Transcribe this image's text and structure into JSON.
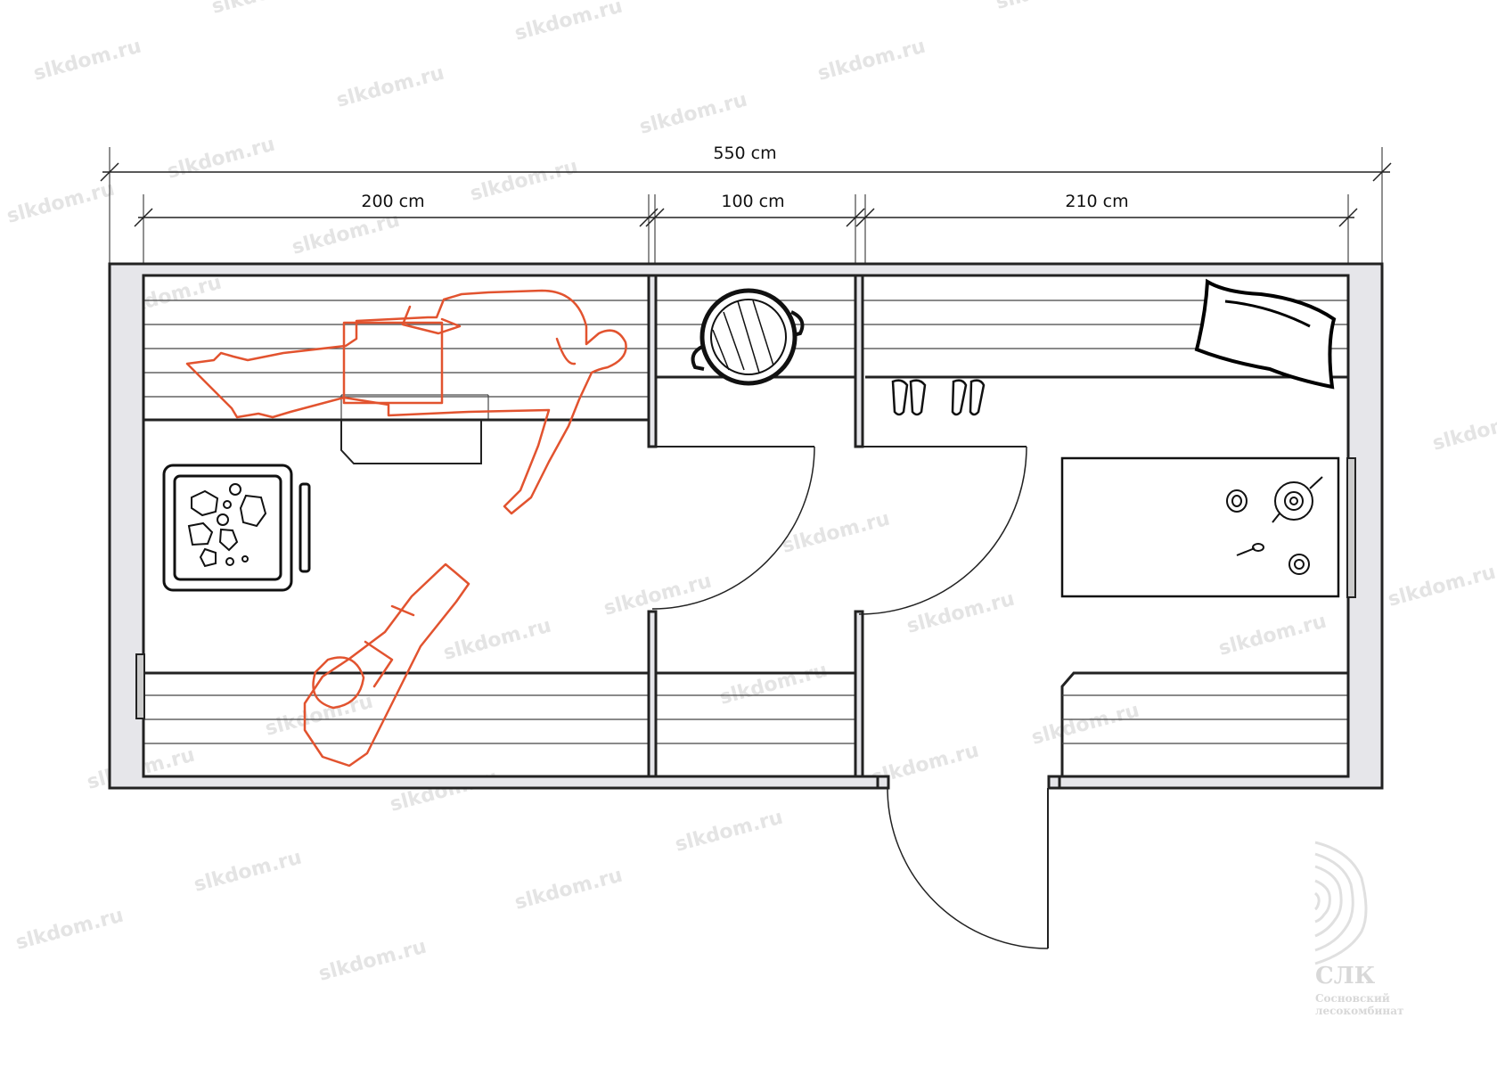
{
  "dimensions": {
    "total": "550 cm",
    "room1": "200 cm",
    "room2": "100 cm",
    "room3": "210 cm"
  },
  "watermark": "slkdom.ru",
  "logo": {
    "abbr": "СЛК",
    "line1": "Сосновский",
    "line2": "лесокомбинат"
  },
  "colors": {
    "person": "#e2532f",
    "wall_fill": "#e6e6ea",
    "line": "#222222"
  }
}
